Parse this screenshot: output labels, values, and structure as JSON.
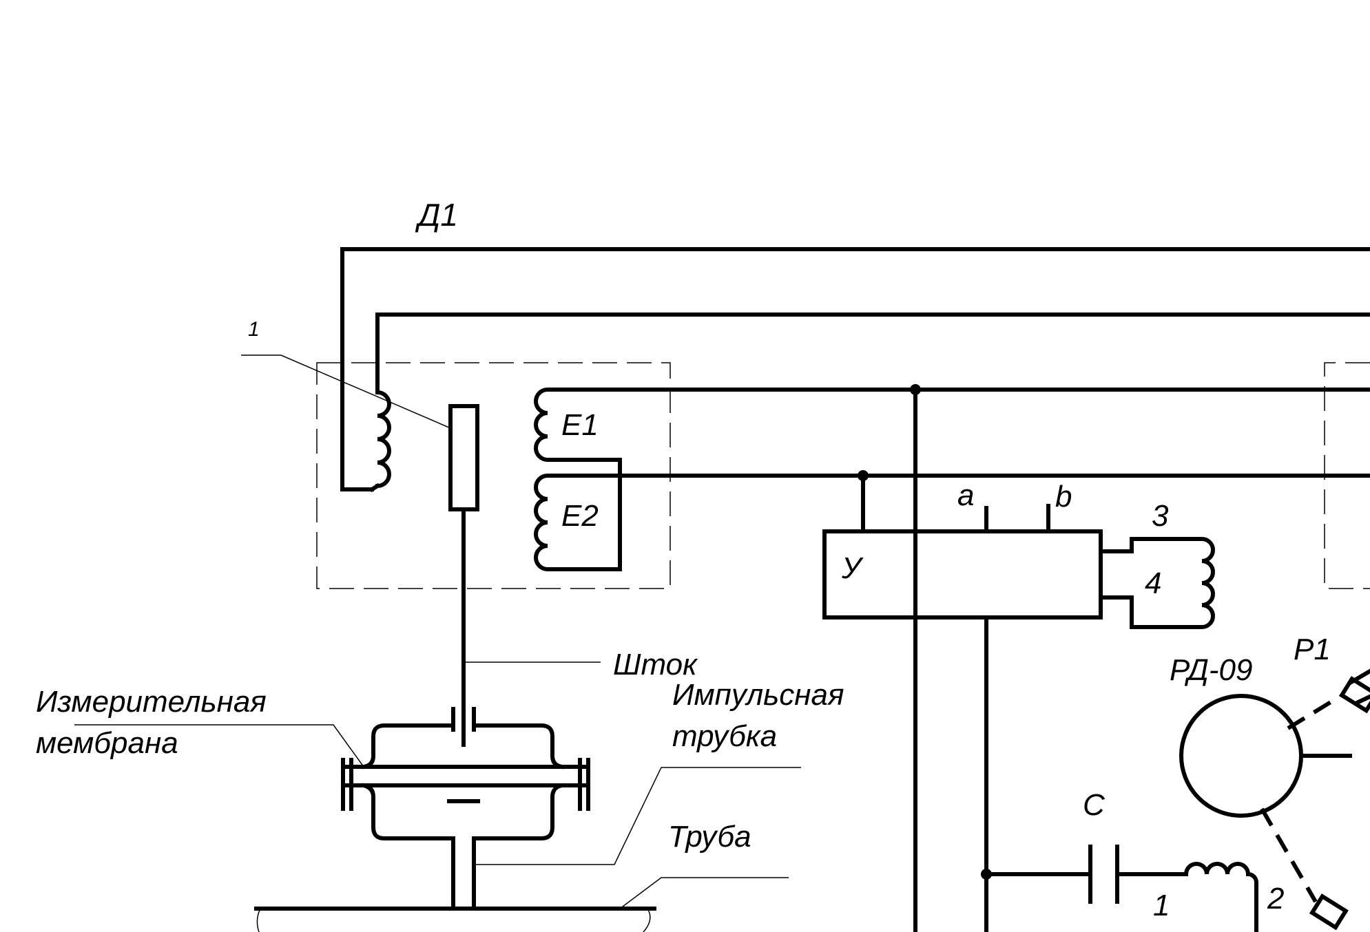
{
  "labels": {
    "d1": "Д1",
    "callout_1": "1",
    "e1": "E1",
    "e2": "E2",
    "u": "У",
    "a": "a",
    "b": "b",
    "n3": "3",
    "n4": "4",
    "shtok": "Шток",
    "membrane_line1": "Измерительная",
    "membrane_line2": "мембрана",
    "impulse_line1": "Импульсная",
    "impulse_line2": "трубка",
    "truba": "Труба",
    "rd09": "РД-09",
    "p1": "P1",
    "c": "C",
    "n1": "1",
    "n2": "2"
  },
  "colors": {
    "ink": "#000000",
    "paper": "#ffffff"
  }
}
